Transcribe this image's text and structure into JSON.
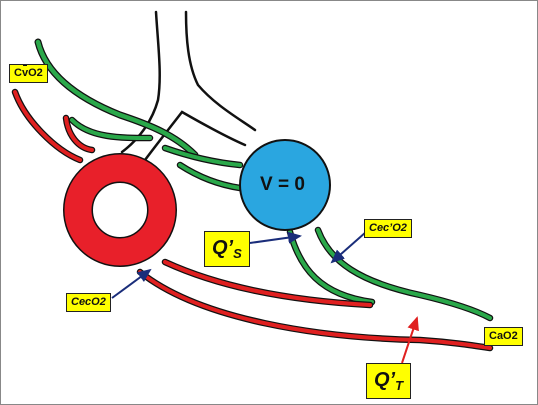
{
  "labels": {
    "cvo2_prefix": "C",
    "cvo2_bar": "v",
    "cvo2_suffix": "O2",
    "cecO2": "CecO2",
    "cecPrimeO2": "Cec’O2",
    "caO2": "CaO2",
    "qs_main": "Q’",
    "qs_sub": "S",
    "qt_main": "Q’",
    "qt_sub": "T",
    "alveolus": "V = 0"
  },
  "colors": {
    "venous": "#2aa84a",
    "arterial": "#e02020",
    "alveolus_fill": "#2aa6e0",
    "ring": "#e8202a",
    "label_bg": "#ffff00",
    "airway": "#111111",
    "arrow_dark": "#1a2d7a",
    "arrow_red": "#e02020"
  }
}
